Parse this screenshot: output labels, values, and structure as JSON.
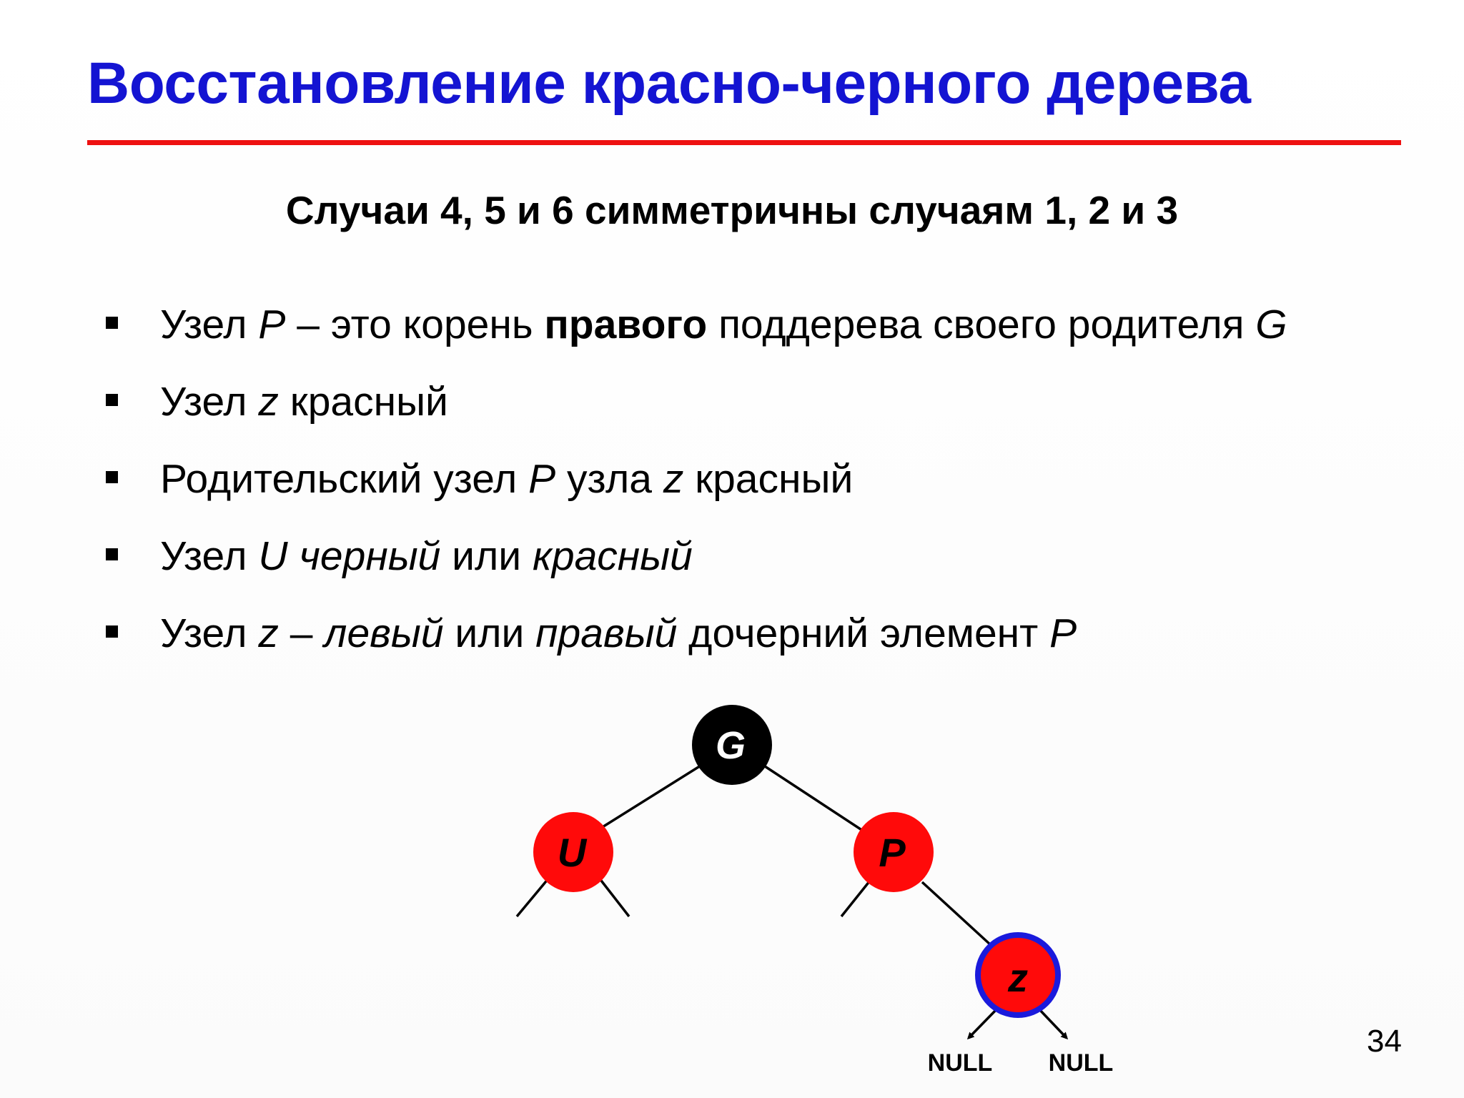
{
  "slide": {
    "title": "Восстановление красно-черного дерева",
    "subtitle": "Случаи 4, 5 и 6 симметричны случаям 1, 2 и 3",
    "page_number": "34",
    "colors": {
      "title": "#1414d2",
      "rule": "#ee1111",
      "red_node": "#ff0a0a",
      "black_node": "#000000",
      "highlight_ring": "#1a1adc"
    }
  },
  "bullets": [
    {
      "runs": [
        {
          "text": "Узел ",
          "style": "normal"
        },
        {
          "text": "P",
          "style": "italic"
        },
        {
          "text": " – это корень ",
          "style": "normal"
        },
        {
          "text": "правого",
          "style": "bold"
        },
        {
          "text": " поддерева своего родителя ",
          "style": "normal"
        },
        {
          "text": "G",
          "style": "italic"
        }
      ]
    },
    {
      "runs": [
        {
          "text": "Узел ",
          "style": "normal"
        },
        {
          "text": "z",
          "style": "italic"
        },
        {
          "text": " красный",
          "style": "normal"
        }
      ]
    },
    {
      "runs": [
        {
          "text": "Родительский узел ",
          "style": "normal"
        },
        {
          "text": "P",
          "style": "italic"
        },
        {
          "text": " узла ",
          "style": "normal"
        },
        {
          "text": "z",
          "style": "italic"
        },
        {
          "text": " красный",
          "style": "normal"
        }
      ]
    },
    {
      "runs": [
        {
          "text": "Узел ",
          "style": "normal"
        },
        {
          "text": "U черный",
          "style": "italic"
        },
        {
          "text": " или ",
          "style": "normal"
        },
        {
          "text": "красный",
          "style": "italic"
        }
      ]
    },
    {
      "runs": [
        {
          "text": "Узел ",
          "style": "normal"
        },
        {
          "text": "z",
          "style": "italic"
        },
        {
          "text": " – ",
          "style": "normal"
        },
        {
          "text": "левый",
          "style": "italic"
        },
        {
          "text": " или ",
          "style": "normal"
        },
        {
          "text": "правый",
          "style": "italic"
        },
        {
          "text": " дочерний элемент ",
          "style": "normal"
        },
        {
          "text": "P",
          "style": "italic"
        }
      ]
    }
  ],
  "tree": {
    "nodes": [
      {
        "id": "G",
        "label": "G",
        "color": "black"
      },
      {
        "id": "U",
        "label": "U",
        "color": "red"
      },
      {
        "id": "P",
        "label": "P",
        "color": "red"
      },
      {
        "id": "z",
        "label": "z",
        "color": "red",
        "highlighted": true
      }
    ],
    "edges": [
      {
        "from": "G",
        "to": "U"
      },
      {
        "from": "G",
        "to": "P"
      },
      {
        "from": "P",
        "to": "z"
      }
    ],
    "null_labels": [
      "NULL",
      "NULL"
    ]
  }
}
